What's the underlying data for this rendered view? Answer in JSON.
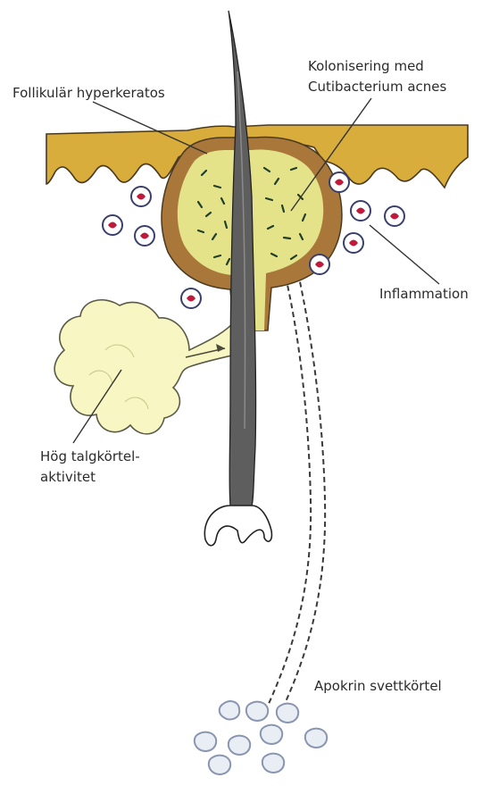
{
  "labels": {
    "hyperkeratosis": "Follikulär hyperkeratos",
    "colonization_line1": "Kolonisering med",
    "colonization_line2": "Cutibacterium acnes",
    "inflammation": "Inflammation",
    "sebaceous_line1": "Hög talgkörtel-",
    "sebaceous_line2": "aktivitet",
    "sweat_gland": "Apokrin svettkörtel"
  },
  "colors": {
    "skin": "#d9ad3c",
    "follicle_wall": "#a9773a",
    "sebum": "#e4e389",
    "bacteria": "#1f3f2c",
    "hair": "#5e5e5e",
    "gland": "#f8f6c2",
    "cell_ring": "#3a3f6b",
    "cell_core": "#c01a3a",
    "sweat": "#a9b4c9"
  }
}
